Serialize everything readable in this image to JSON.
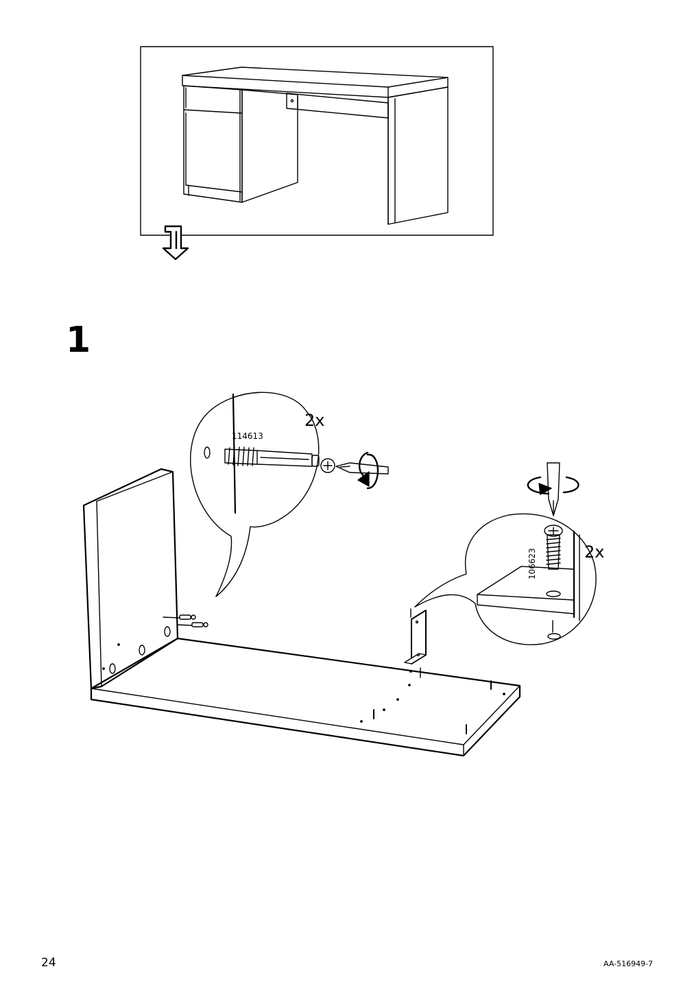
{
  "step": {
    "number": "1"
  },
  "callouts": {
    "cam_dowel": {
      "quantity": "2x",
      "part_number": "114613"
    },
    "screw": {
      "quantity": "2x",
      "part_number": "106623"
    }
  },
  "footer": {
    "page_number": "24",
    "document_id": "AA-516949-7"
  }
}
